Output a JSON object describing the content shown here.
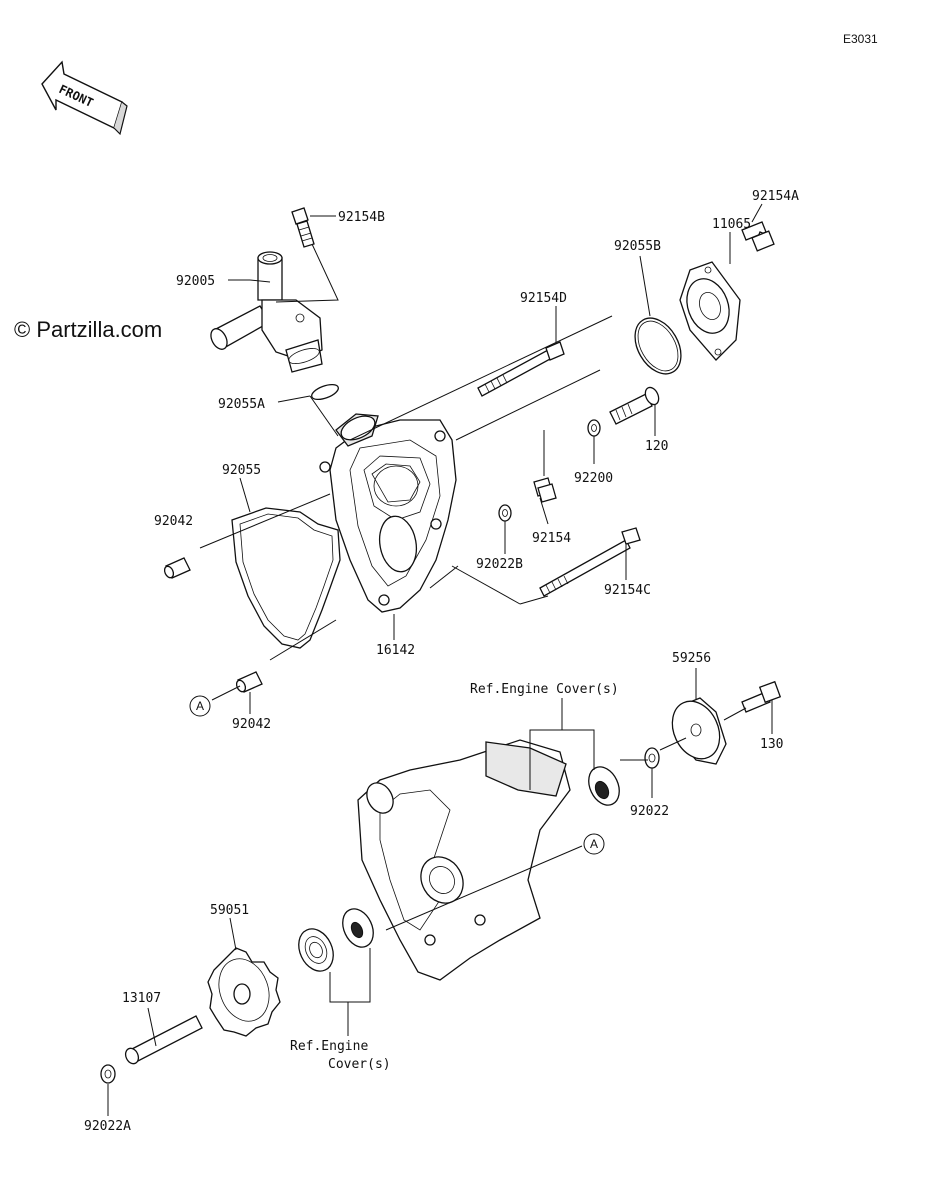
{
  "diagram_code": "E3031",
  "watermark": "© Partzilla.com",
  "front_label": "FRONT",
  "ref_marker": "A",
  "refs": {
    "ref_upper": "Ref.Engine Cover(s)",
    "ref_lower_line1": "Ref.Engine",
    "ref_lower_line2": "Cover(s)"
  },
  "parts": [
    {
      "id": "92154B",
      "label": "92154B"
    },
    {
      "id": "92154A",
      "label": "92154A"
    },
    {
      "id": "11065",
      "label": "11065"
    },
    {
      "id": "92005",
      "label": "92005"
    },
    {
      "id": "92055B",
      "label": "92055B"
    },
    {
      "id": "92154D",
      "label": "92154D"
    },
    {
      "id": "92055A",
      "label": "92055A"
    },
    {
      "id": "120",
      "label": "120"
    },
    {
      "id": "92200",
      "label": "92200"
    },
    {
      "id": "92055",
      "label": "92055"
    },
    {
      "id": "92042",
      "label": "92042"
    },
    {
      "id": "92154",
      "label": "92154"
    },
    {
      "id": "92022B",
      "label": "92022B"
    },
    {
      "id": "92154C",
      "label": "92154C"
    },
    {
      "id": "16142",
      "label": "16142"
    },
    {
      "id": "92042_b",
      "label": "92042"
    },
    {
      "id": "59256",
      "label": "59256"
    },
    {
      "id": "130",
      "label": "130"
    },
    {
      "id": "92022",
      "label": "92022"
    },
    {
      "id": "59051",
      "label": "59051"
    },
    {
      "id": "13107",
      "label": "13107"
    },
    {
      "id": "92022A",
      "label": "92022A"
    }
  ]
}
